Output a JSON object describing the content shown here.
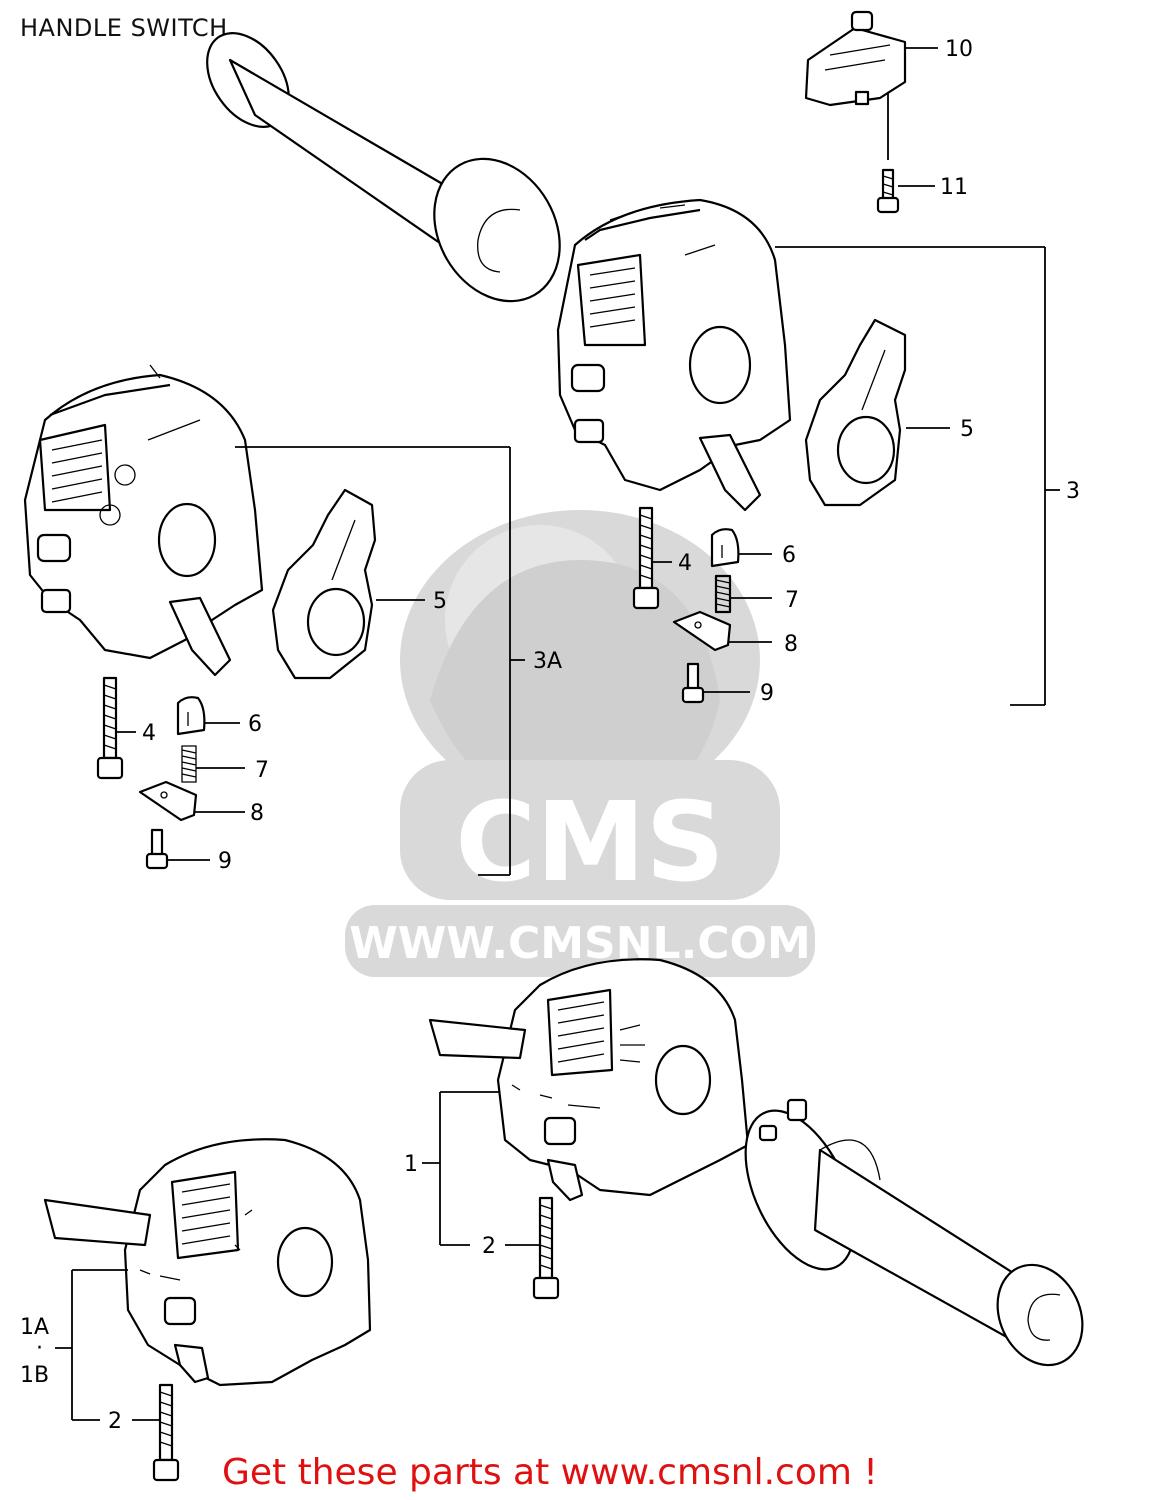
{
  "title": "HANDLE SWITCH",
  "watermark": {
    "logo_text": "CMS",
    "url": "WWW.CMSNL.COM",
    "color": "#d9d9d9"
  },
  "cta": {
    "text": "Get these parts at www.cmsnl.com !",
    "color": "#e01010"
  },
  "callouts": {
    "p10": "10",
    "p11": "11",
    "p5r": "5",
    "p3": "3",
    "p4r": "4",
    "p6r": "6",
    "p7r": "7",
    "p8r": "8",
    "p9r": "9",
    "p5l": "5",
    "p3a": "3A",
    "p4l": "4",
    "p6l": "6",
    "p7l": "7",
    "p8l": "8",
    "p9l": "9",
    "p1": "1",
    "p2r": "2",
    "p1a": "1A",
    "p1b": "1B",
    "p2l": "2"
  },
  "icons": [
    "grip-icon",
    "switch-housing-icon",
    "throttle-cover-icon",
    "screw-icon",
    "knob-icon",
    "spring-icon",
    "plate-icon",
    "throttle-grip-icon",
    "cms-logo-watermark"
  ]
}
